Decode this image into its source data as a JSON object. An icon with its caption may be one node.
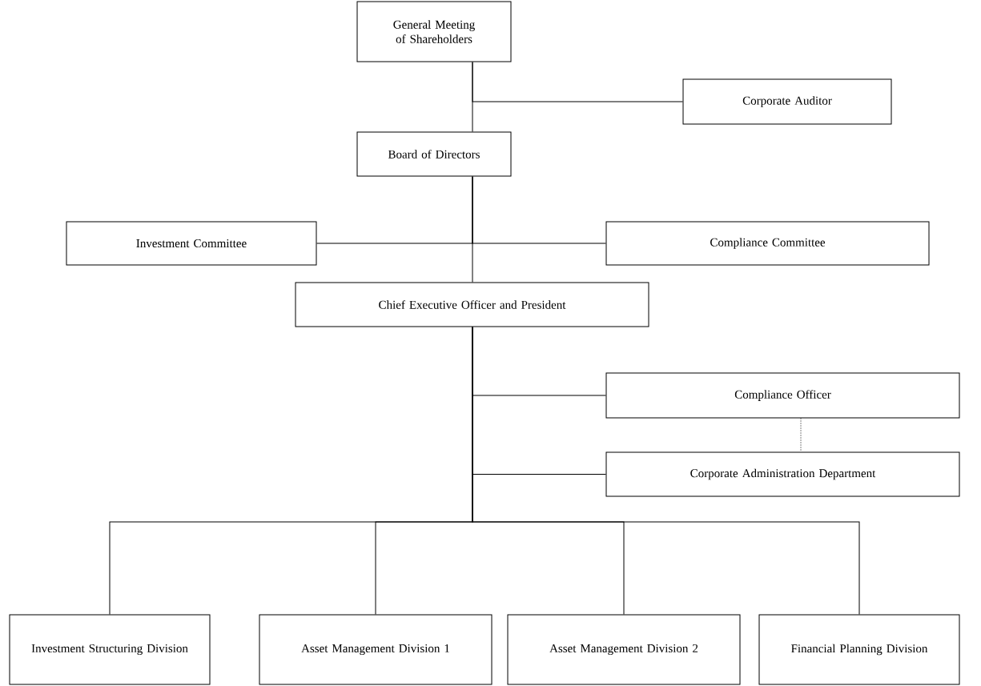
{
  "diagram": {
    "nodes": [
      {
        "text": [
          "General Meeting of Shareholders"
        ]
      },
      {
        "text": [
          "Corporate Auditor"
        ]
      },
      {
        "text": [
          "Board of Directors"
        ]
      },
      {
        "text": [
          "Investment Committee"
        ]
      },
      {
        "text": [
          "Compliance Committee"
        ]
      },
      {
        "text": [
          "Chief Executive Officer and President"
        ]
      },
      {
        "text": [
          "Compliance Officer"
        ]
      },
      {
        "text": [
          "Corporate Administration Department"
        ]
      },
      {
        "text": [
          "Investment Structuring Division"
        ]
      },
      {
        "text": [
          "Asset Management Division 1"
        ]
      },
      {
        "text": [
          "Asset Management Division 2"
        ]
      },
      {
        "text": [
          "Financial Planning Division"
        ]
      }
    ],
    "edges": [
      {
        "from": 0,
        "to": 2,
        "arrow": "none"
      },
      {
        "from": 0,
        "to": 1,
        "arrow": "none"
      },
      {
        "from": 2,
        "to": 3,
        "arrow": "none"
      },
      {
        "from": 2,
        "to": 4,
        "arrow": "none"
      },
      {
        "from": 2,
        "to": 5,
        "arrow": "none"
      },
      {
        "from": 5,
        "to": 6,
        "arrow": "none"
      },
      {
        "from": 5,
        "to": 7,
        "arrow": "none"
      },
      {
        "from": 6,
        "to": 7,
        "arrow": "none",
        "style": "dashed"
      },
      {
        "from": 5,
        "to": 8,
        "arrow": "none"
      },
      {
        "from": 5,
        "to": 9,
        "arrow": "none"
      },
      {
        "from": 5,
        "to": 10,
        "arrow": "none"
      },
      {
        "from": 5,
        "to": 11,
        "arrow": "none"
      }
    ]
  }
}
